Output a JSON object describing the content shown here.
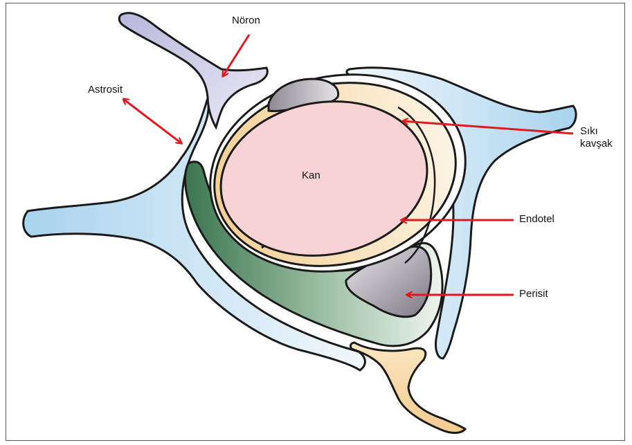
{
  "labels": {
    "noron": "Nöron",
    "astrosit": "Astrosit",
    "siki_line1": "Sıkı",
    "siki_line2": "kavşak",
    "kan": "Kan",
    "endotel": "Endotel",
    "perisit": "Perisit"
  },
  "colors": {
    "outline": "#1a1a1a",
    "arrow": "#e0191e",
    "blood": "#f8d3d6",
    "endothelium": "#f6dcae",
    "astrocyte": "#bcdcf0",
    "neuron": "#c9c8e3",
    "pericyte_basement": "#3f7a52",
    "pericyte_cell": "#8a8590"
  }
}
